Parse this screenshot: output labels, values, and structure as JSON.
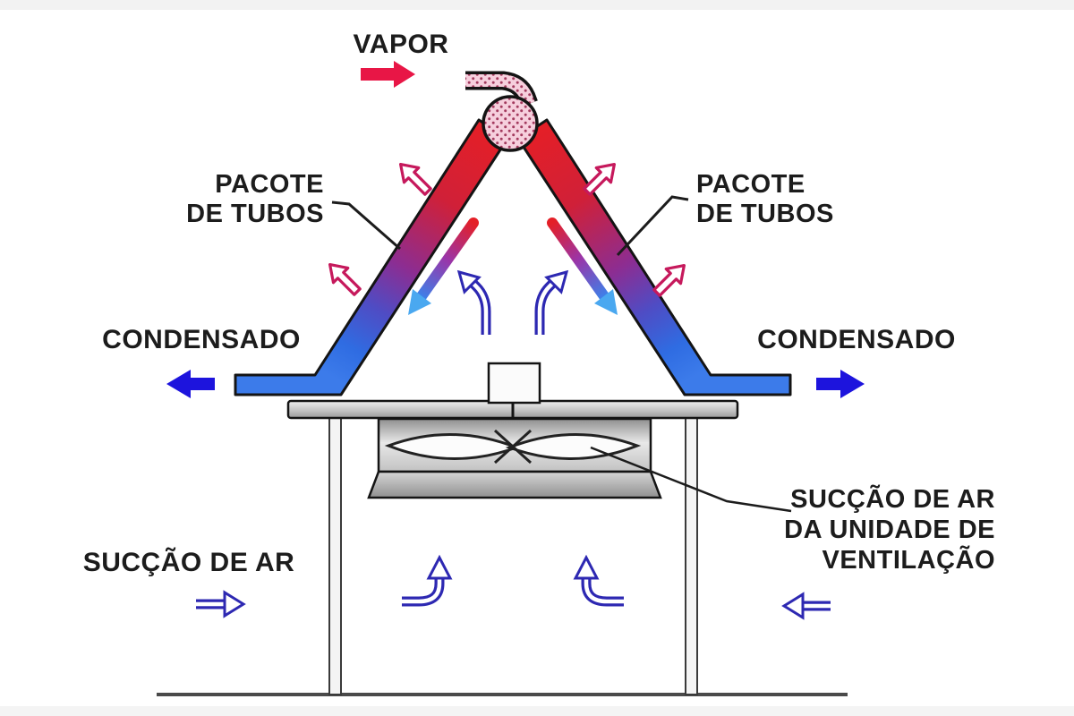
{
  "diagram": {
    "labels": {
      "vapor": "VAPOR",
      "tube_bundle_left_1": "PACOTE",
      "tube_bundle_left_2": "DE TUBOS",
      "tube_bundle_right_1": "PACOTE",
      "tube_bundle_right_2": "DE TUBOS",
      "condensate_left": "CONDENSADO",
      "condensate_right": "CONDENSADO",
      "air_suction": "SUCÇÃO DE AR",
      "fan_suction_1": "SUCÇÃO DE AR",
      "fan_suction_2": "DA UNIDADE DE",
      "fan_suction_3": "VENTILAÇÃO"
    },
    "colors": {
      "steam_red": "#e41f27",
      "mid_purple": "#8c2d92",
      "cold_blue": "#3c7bea",
      "vapor_arrow": "#e81646",
      "condensate_arrow": "#1d14dd",
      "hot_air_outline": "#c6195c",
      "air_arrow": "#2d28b2",
      "condensate_head_blue": "#4aa8f0",
      "header_pink": "#f6cfdd",
      "header_dot": "#a33a5e",
      "structure_gray": "#c9c9c9",
      "text": "#1c1c1c"
    }
  }
}
